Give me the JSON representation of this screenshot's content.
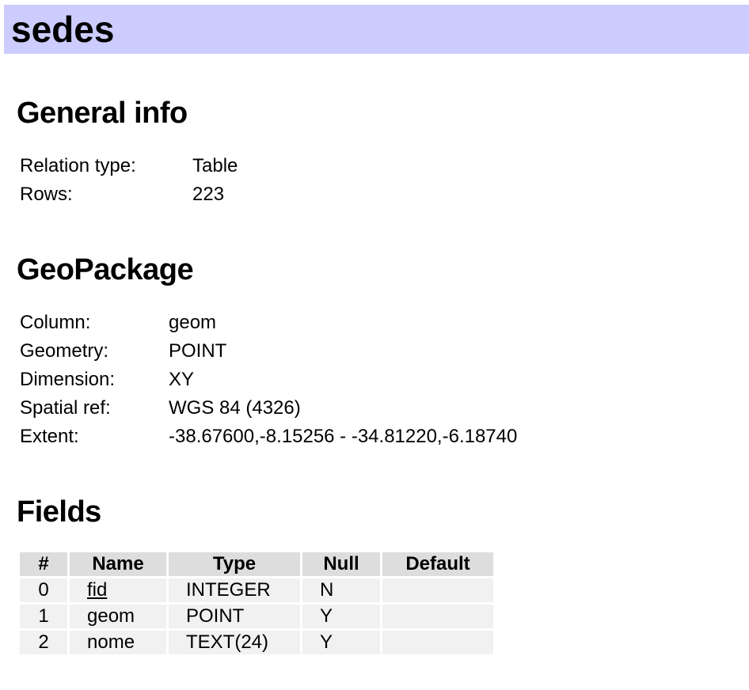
{
  "title": "sedes",
  "general_info": {
    "heading": "General info",
    "rows": [
      {
        "key": "Relation type:",
        "value": "Table"
      },
      {
        "key": "Rows:",
        "value": "223"
      }
    ]
  },
  "geopackage": {
    "heading": "GeoPackage",
    "rows": [
      {
        "key": "Column:",
        "value": "geom"
      },
      {
        "key": "Geometry:",
        "value": "POINT"
      },
      {
        "key": "Dimension:",
        "value": "XY"
      },
      {
        "key": "Spatial ref:",
        "value": "WGS 84 (4326)"
      },
      {
        "key": "Extent:",
        "value": "-38.67600,-8.15256 - -34.81220,-6.18740"
      }
    ]
  },
  "fields": {
    "heading": "Fields",
    "columns": [
      "#",
      "Name",
      "Type",
      "Null",
      "Default"
    ],
    "rows": [
      {
        "num": "0",
        "name": "fid",
        "type": "INTEGER",
        "null": "N",
        "default": ""
      },
      {
        "num": "1",
        "name": "geom",
        "type": "POINT",
        "null": "Y",
        "default": ""
      },
      {
        "num": "2",
        "name": "nome",
        "type": "TEXT(24)",
        "null": "Y",
        "default": ""
      }
    ]
  }
}
